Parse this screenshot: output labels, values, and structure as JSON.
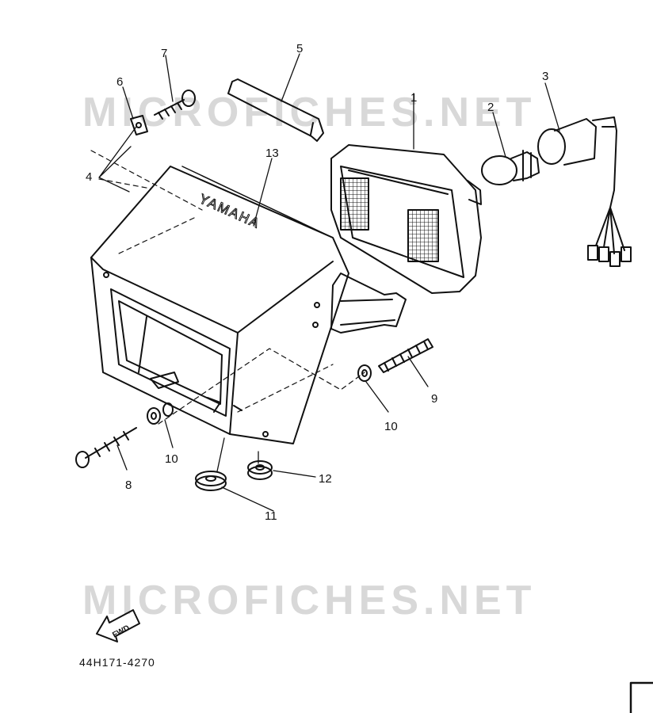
{
  "watermark": {
    "text": "MICROFICHES.NET"
  },
  "diagram": {
    "brand_text": "YAMAHA",
    "fwd_text": "FWD",
    "part_code": "44H171-4270",
    "callouts": [
      "1",
      "2",
      "3",
      "4",
      "5",
      "6",
      "7",
      "8",
      "9",
      "10",
      "10",
      "11",
      "12",
      "13"
    ]
  }
}
